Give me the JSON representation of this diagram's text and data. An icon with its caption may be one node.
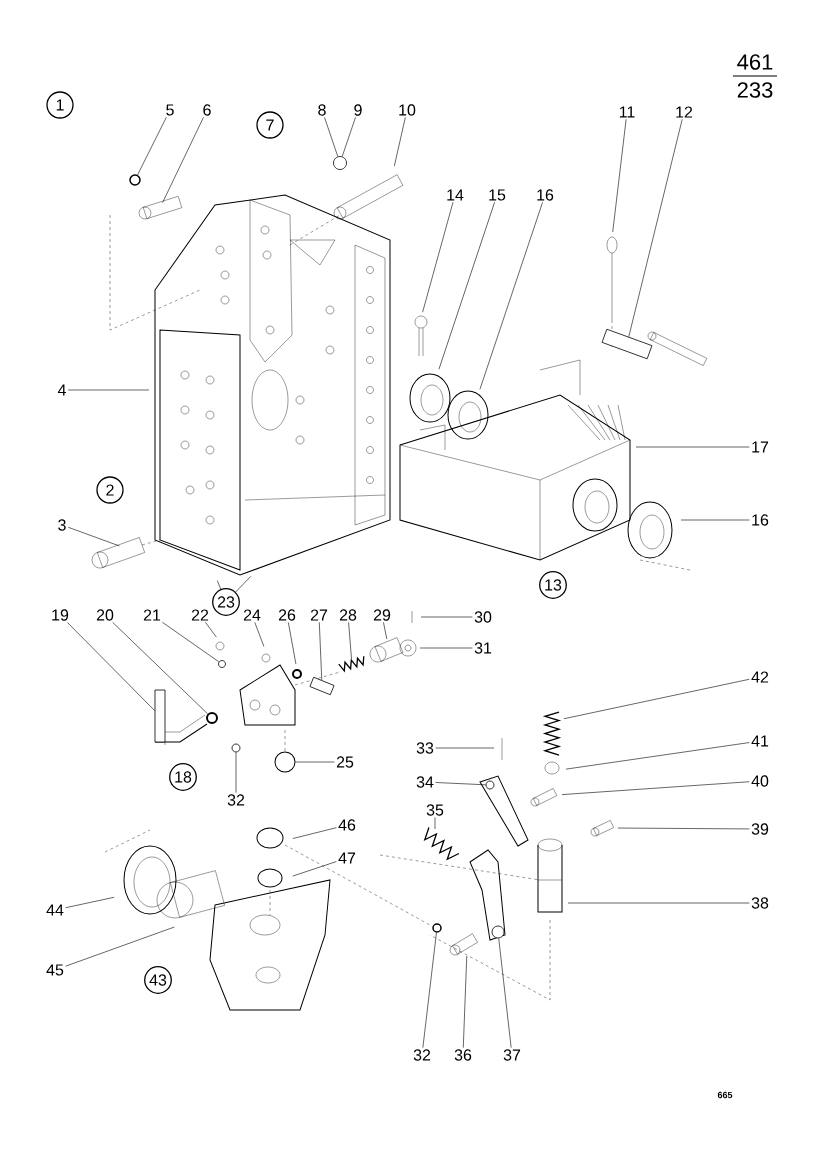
{
  "diagram": {
    "nodes": [
      {
        "text": [
          "1"
        ]
      },
      {
        "text": [
          "5"
        ]
      },
      {
        "text": [
          "6"
        ]
      },
      {
        "text": [
          "7"
        ]
      },
      {
        "text": [
          "8"
        ]
      },
      {
        "text": [
          "9"
        ]
      },
      {
        "text": [
          "10"
        ]
      },
      {
        "text": [
          "11"
        ]
      },
      {
        "text": [
          "12"
        ]
      },
      {
        "text": [
          "14"
        ]
      },
      {
        "text": [
          "15"
        ]
      },
      {
        "text": [
          "16"
        ]
      },
      {
        "text": [
          "4"
        ]
      },
      {
        "text": [
          "17"
        ]
      },
      {
        "text": [
          "2"
        ]
      },
      {
        "text": [
          "16"
        ]
      },
      {
        "text": [
          "3"
        ]
      },
      {
        "text": [
          "13"
        ]
      },
      {
        "text": [
          "23"
        ]
      },
      {
        "text": [
          "19"
        ]
      },
      {
        "text": [
          "20"
        ]
      },
      {
        "text": [
          "21"
        ]
      },
      {
        "text": [
          "22"
        ]
      },
      {
        "text": [
          "24"
        ]
      },
      {
        "text": [
          "26"
        ]
      },
      {
        "text": [
          "27"
        ]
      },
      {
        "text": [
          "28"
        ]
      },
      {
        "text": [
          "29"
        ]
      },
      {
        "text": [
          "30"
        ]
      },
      {
        "text": [
          "31"
        ]
      },
      {
        "text": [
          "42"
        ]
      },
      {
        "text": [
          "41"
        ]
      },
      {
        "text": [
          "33"
        ]
      },
      {
        "text": [
          "25"
        ]
      },
      {
        "text": [
          "18"
        ]
      },
      {
        "text": [
          "40"
        ]
      },
      {
        "text": [
          "34"
        ]
      },
      {
        "text": [
          "32"
        ]
      },
      {
        "text": [
          "35"
        ]
      },
      {
        "text": [
          "46"
        ]
      },
      {
        "text": [
          "39"
        ]
      },
      {
        "text": [
          "47"
        ]
      },
      {
        "text": [
          "38"
        ]
      },
      {
        "text": [
          "44"
        ]
      },
      {
        "text": [
          "45"
        ]
      },
      {
        "text": [
          "43"
        ]
      },
      {
        "text": [
          "32"
        ]
      },
      {
        "text": [
          "36"
        ]
      },
      {
        "text": [
          "37"
        ]
      },
      {
        "text": [],
        "shape": "circle"
      },
      {
        "text": [],
        "shape": "circle"
      },
      {
        "text": [],
        "shape": "box"
      },
      {
        "text": [],
        "shape": "box"
      },
      {
        "text": [],
        "shape": "circle"
      },
      {
        "text": [],
        "shape": "circle"
      },
      {
        "text": [],
        "shape": "box"
      },
      {
        "text": [],
        "shape": "circle"
      },
      {
        "text": [],
        "shape": "circle"
      },
      {
        "text": [],
        "shape": "circle"
      },
      {
        "text": [],
        "shape": "circle"
      },
      {
        "text": [],
        "shape": "circle"
      }
    ],
    "edges": [
      {
        "from": 1,
        "to": 49,
        "arrow": "none"
      },
      {
        "from": 2,
        "to": null,
        "arrow": "none"
      },
      {
        "from": 4,
        "to": 50,
        "arrow": "none"
      },
      {
        "from": 5,
        "to": 50,
        "arrow": "none"
      },
      {
        "from": 6,
        "to": null,
        "arrow": "none"
      },
      {
        "from": 7,
        "to": null,
        "arrow": "none"
      },
      {
        "from": 8,
        "to": 51,
        "arrow": "none"
      },
      {
        "from": 9,
        "to": null,
        "arrow": "none"
      },
      {
        "from": 10,
        "to": null,
        "arrow": "none"
      },
      {
        "from": 11,
        "to": null,
        "arrow": "none"
      },
      {
        "from": 12,
        "to": null,
        "arrow": "none"
      },
      {
        "from": 13,
        "to": null,
        "arrow": "none"
      },
      {
        "from": 15,
        "to": null,
        "arrow": "none"
      },
      {
        "from": 16,
        "to": null,
        "arrow": "none"
      },
      {
        "from": 18,
        "to": null,
        "arrow": "none"
      },
      {
        "from": 18,
        "to": null,
        "arrow": "none"
      },
      {
        "from": 19,
        "to": 52,
        "arrow": "none"
      },
      {
        "from": 20,
        "to": 53,
        "arrow": "none"
      },
      {
        "from": 21,
        "to": 54,
        "arrow": "none"
      },
      {
        "from": 22,
        "to": null,
        "arrow": "none"
      },
      {
        "from": 23,
        "to": null,
        "arrow": "none"
      },
      {
        "from": 24,
        "to": null,
        "arrow": "none"
      },
      {
        "from": 25,
        "to": 55,
        "arrow": "none"
      },
      {
        "from": 26,
        "to": null,
        "arrow": "none"
      },
      {
        "from": 27,
        "to": null,
        "arrow": "none"
      },
      {
        "from": 28,
        "to": null,
        "arrow": "none"
      },
      {
        "from": 29,
        "to": null,
        "arrow": "none"
      },
      {
        "from": 30,
        "to": null,
        "arrow": "none"
      },
      {
        "from": 31,
        "to": null,
        "arrow": "none"
      },
      {
        "from": 32,
        "to": null,
        "arrow": "none"
      },
      {
        "from": 33,
        "to": 56,
        "arrow": "none"
      },
      {
        "from": 35,
        "to": null,
        "arrow": "none"
      },
      {
        "from": 36,
        "to": 57,
        "arrow": "none"
      },
      {
        "from": 37,
        "to": 58,
        "arrow": "none"
      },
      {
        "from": 38,
        "to": null,
        "arrow": "none"
      },
      {
        "from": 39,
        "to": null,
        "arrow": "none"
      },
      {
        "from": 40,
        "to": null,
        "arrow": "none"
      },
      {
        "from": 41,
        "to": null,
        "arrow": "none"
      },
      {
        "from": 42,
        "to": null,
        "arrow": "none"
      },
      {
        "from": 43,
        "to": null,
        "arrow": "none"
      },
      {
        "from": 44,
        "to": null,
        "arrow": "none"
      },
      {
        "from": 46,
        "to": 59,
        "arrow": "none"
      },
      {
        "from": 47,
        "to": null,
        "arrow": "none"
      },
      {
        "from": 48,
        "to": 60,
        "arrow": "none"
      }
    ],
    "labels": [
      "461",
      "233",
      "665"
    ]
  }
}
